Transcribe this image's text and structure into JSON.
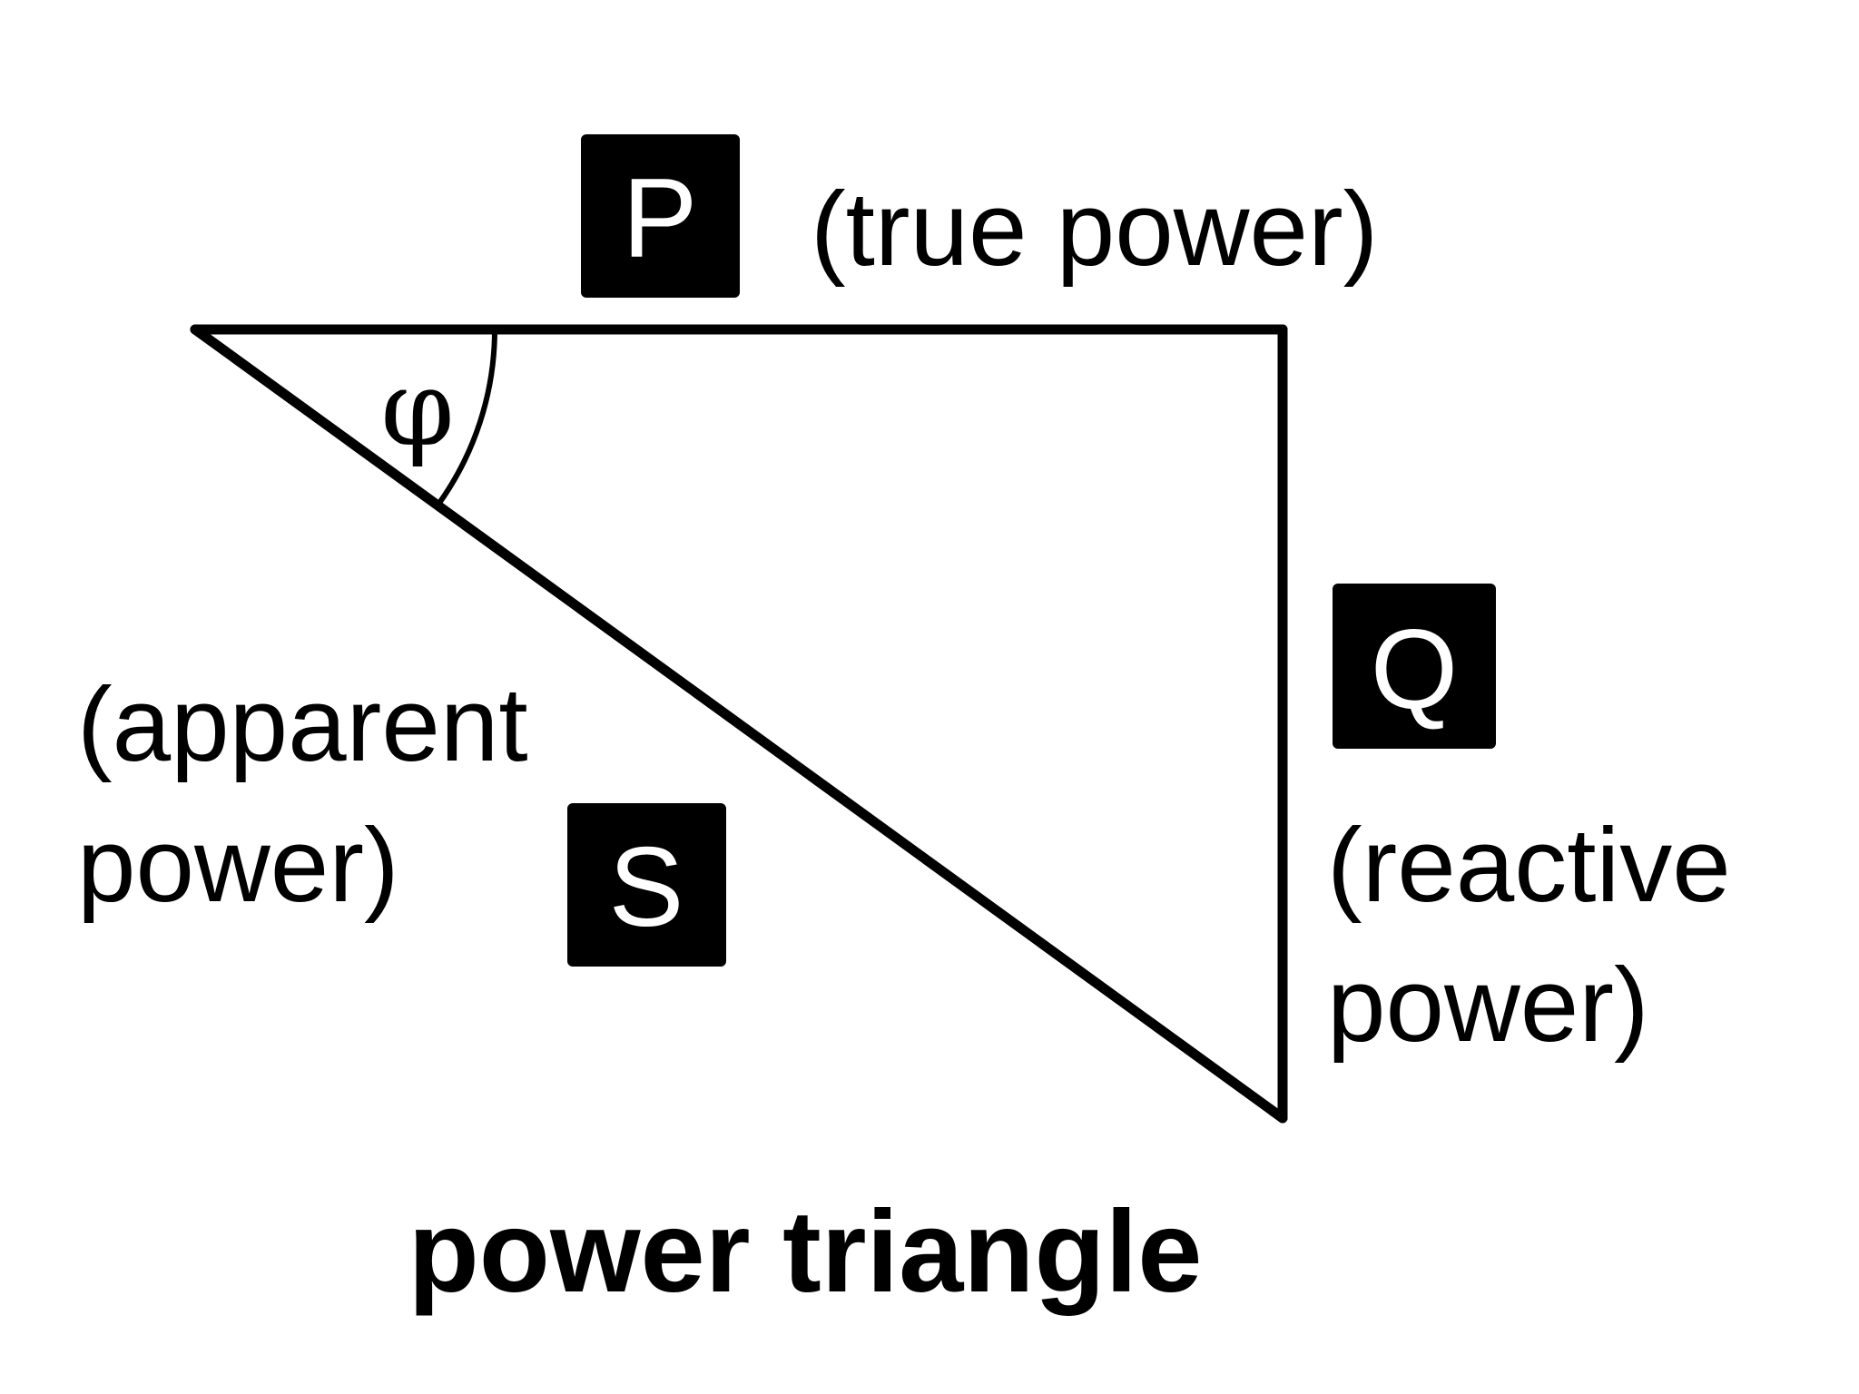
{
  "diagram": {
    "labels": {
      "true_power_symbol": "P",
      "true_power_caption": "(true power)",
      "reactive_power_symbol": "Q",
      "reactive_power_caption_line1": "(reactive",
      "reactive_power_caption_line2": "power)",
      "apparent_power_symbol": "S",
      "apparent_power_caption_line1": "(apparent",
      "apparent_power_caption_line2": "power)",
      "angle_symbol": "φ",
      "title": "power triangle"
    },
    "colors": {
      "stroke": "#000000",
      "box_fill": "#000000",
      "box_text": "#ffffff",
      "background": "#ffffff"
    }
  }
}
